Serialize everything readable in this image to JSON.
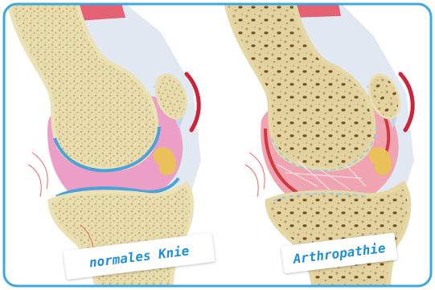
{
  "labels": {
    "normal_knee": "normales Knie",
    "arthropathy": "Arthropathie"
  },
  "colors": {
    "frame_border": "#39a9e0",
    "label_text": "#1f8fd6",
    "bone_cortex": "#eadfb0",
    "bone_spongy": "#d8c486",
    "cartilage_blue": "#4aa3d8",
    "synovium_pink": "#e79ac3",
    "muscle_red": "#e46072",
    "ligament": "#c8d2e6",
    "fat": "#e9c05a",
    "vessel": "#e46a6a"
  },
  "icons": {
    "left_panel": "healthy-knee-joint-illustration",
    "right_panel": "arthropathic-knee-joint-illustration"
  }
}
